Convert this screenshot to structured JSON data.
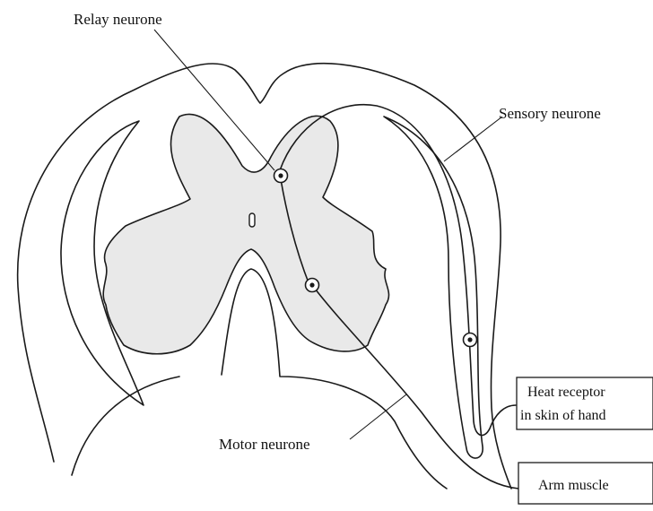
{
  "labels": {
    "relay": "Relay neurone",
    "sensory": "Sensory neurone",
    "motor": "Motor neurone"
  },
  "boxes": {
    "receptor_line1": "Heat receptor",
    "receptor_line2": "in skin of hand",
    "muscle": "Arm muscle"
  },
  "colors": {
    "ink": "#1a1a1a",
    "grey_matter": "#e9e9e9",
    "background": "#ffffff"
  }
}
